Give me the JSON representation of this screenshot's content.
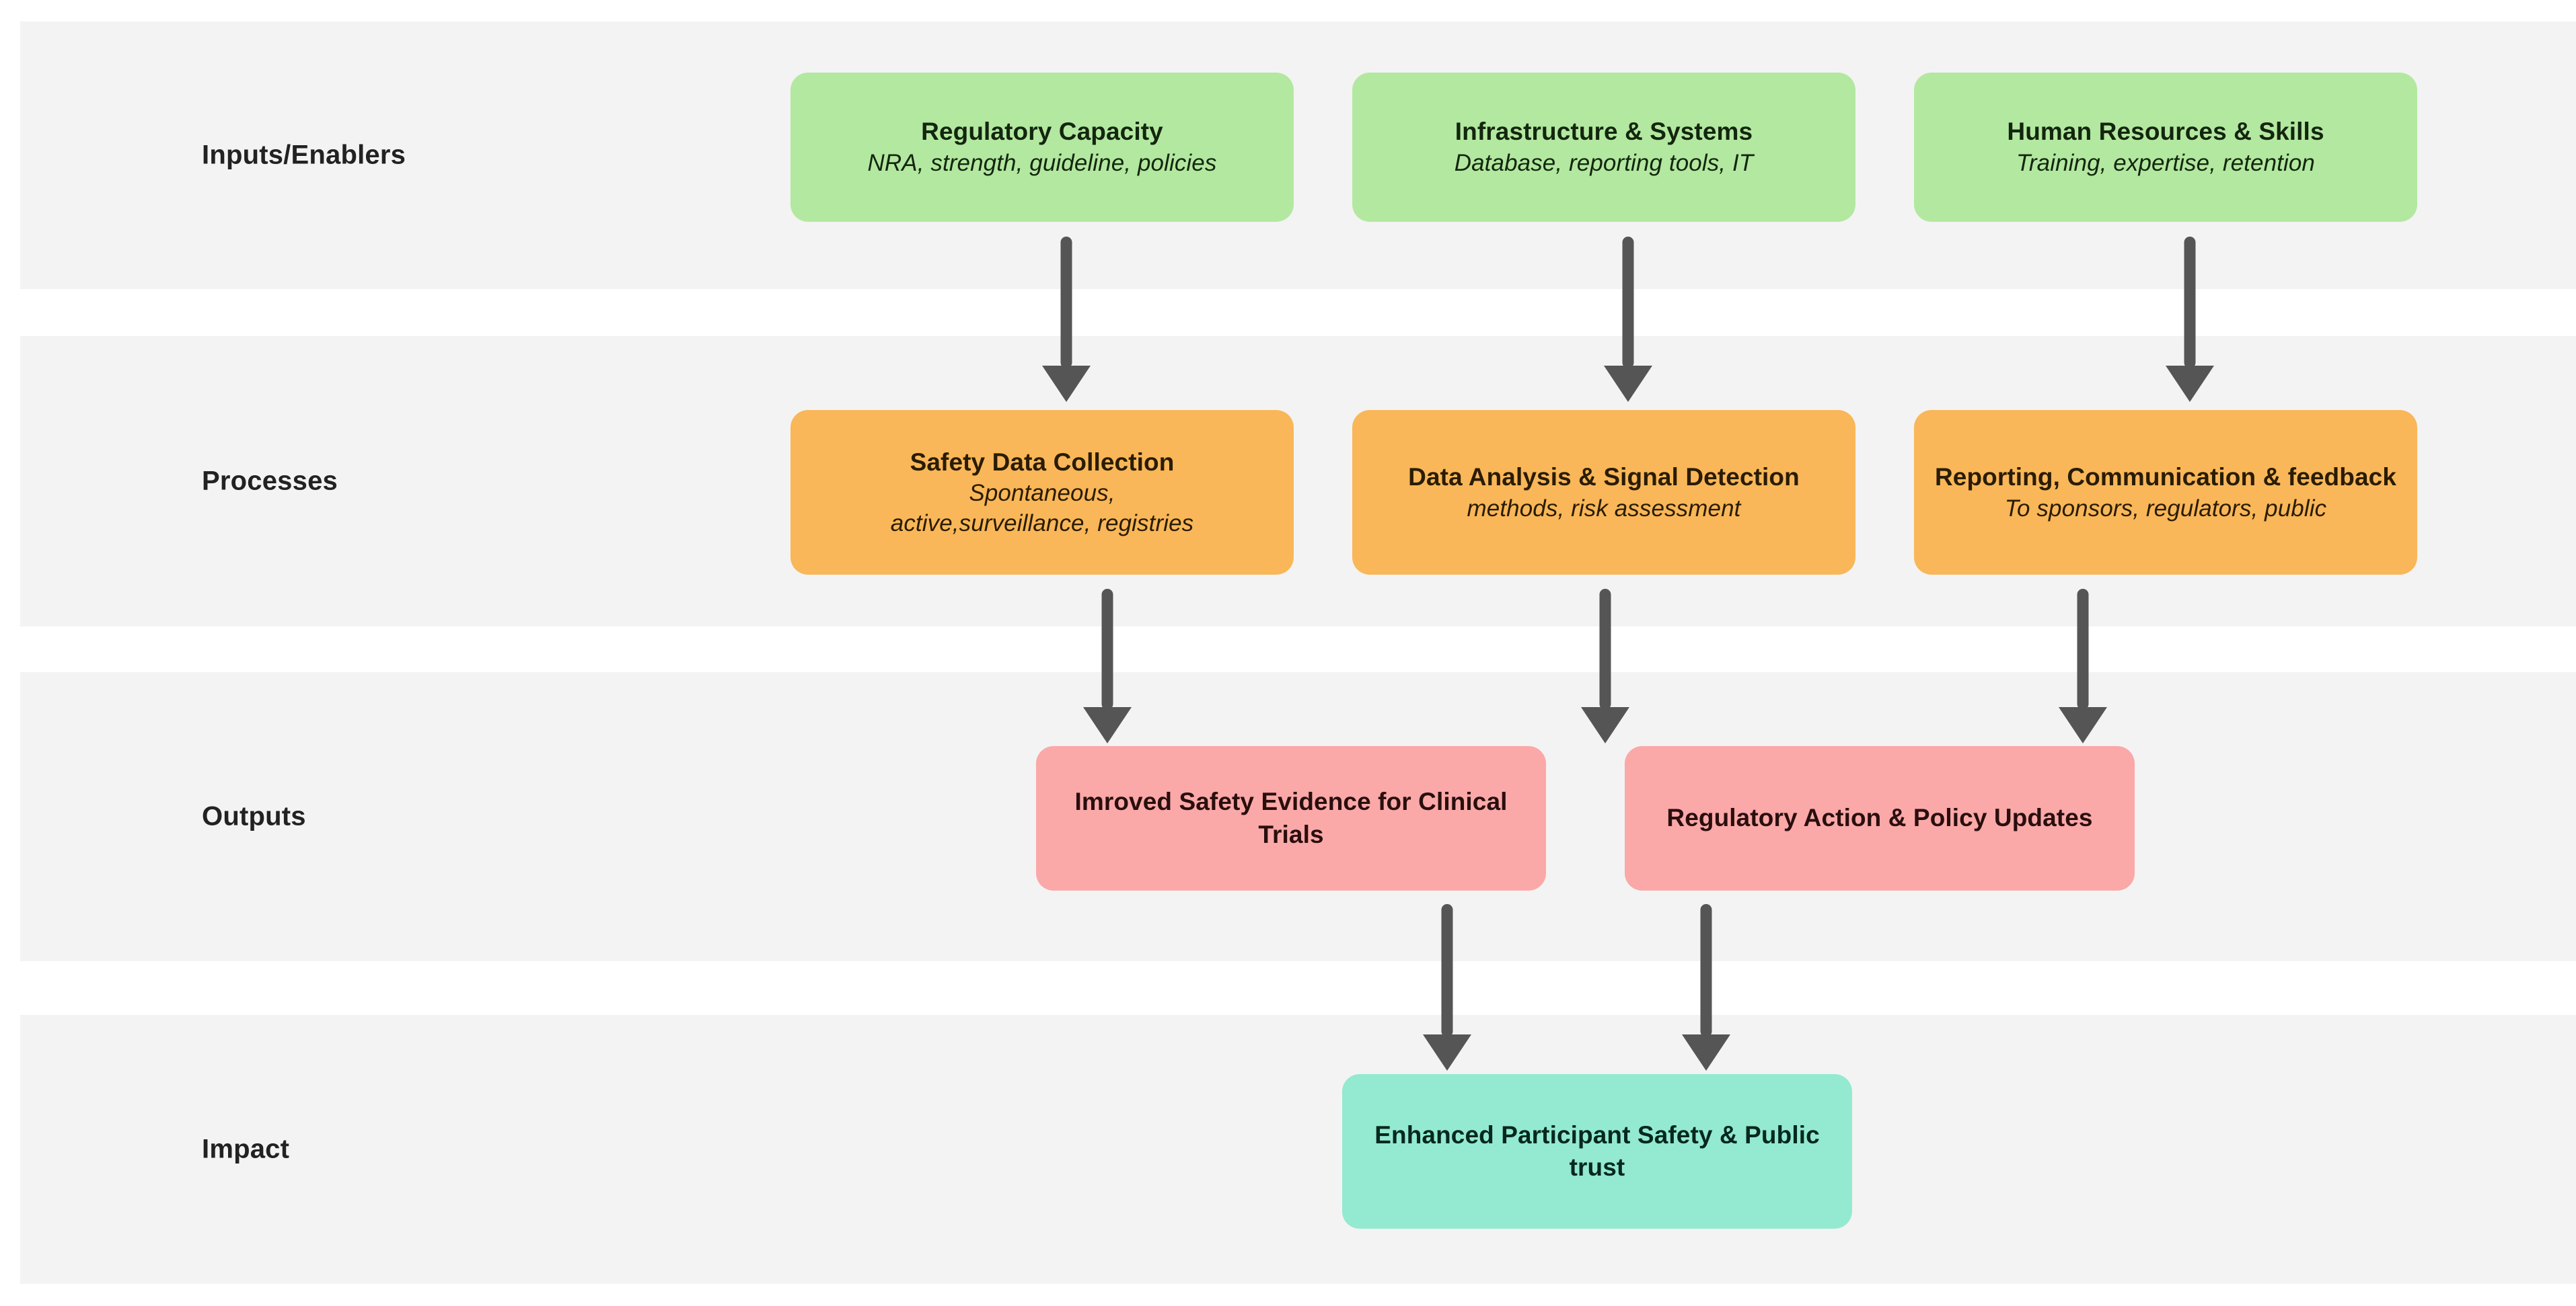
{
  "diagram": {
    "type": "swimlane-flowchart",
    "background_color": "#ffffff",
    "band_color": "#f3f3f3",
    "arrow_color": "#555555",
    "rows": [
      {
        "key": "inputs",
        "label": "Inputs/Enablers"
      },
      {
        "key": "processes",
        "label": "Processes"
      },
      {
        "key": "outputs",
        "label": "Outputs"
      },
      {
        "key": "impact",
        "label": "Impact"
      }
    ],
    "nodes": {
      "regulatory_capacity": {
        "title": "Regulatory Capacity",
        "subtitle": "NRA, strength, guideline, policies",
        "color": "#b3e8a0",
        "row": "inputs"
      },
      "infrastructure_systems": {
        "title": "Infrastructure & Systems",
        "subtitle": "Database, reporting tools, IT",
        "color": "#b3e8a0",
        "row": "inputs"
      },
      "human_resources_skills": {
        "title": "Human Resources & Skills",
        "subtitle": "Training, expertise, retention",
        "color": "#b3e8a0",
        "row": "inputs"
      },
      "safety_data_collection": {
        "title": "Safety Data Collection",
        "subtitle_line1": "Spontaneous,",
        "subtitle_line2": "active,surveillance, registries",
        "color": "#f9b759",
        "row": "processes"
      },
      "data_analysis_signal_detection": {
        "title": "Data Analysis & Signal Detection",
        "subtitle": "methods, risk assessment",
        "color": "#f9b759",
        "row": "processes"
      },
      "reporting_communication_feedback": {
        "title": "Reporting, Communication & feedback",
        "subtitle": "To sponsors, regulators, public",
        "color": "#f9b759",
        "row": "processes"
      },
      "improved_safety_evidence": {
        "title": "Imroved Safety Evidence for Clinical Trials",
        "color": "#fba8a8",
        "row": "outputs"
      },
      "regulatory_action_policy_updates": {
        "title": "Regulatory Action & Policy Updates",
        "color": "#fba8a8",
        "row": "outputs"
      },
      "enhanced_participant_safety": {
        "title": "Enhanced Participant Safety & Public trust",
        "color": "#93ead0",
        "row": "impact"
      }
    },
    "edges": [
      {
        "from": "regulatory_capacity",
        "to": "safety_data_collection"
      },
      {
        "from": "infrastructure_systems",
        "to": "data_analysis_signal_detection"
      },
      {
        "from": "human_resources_skills",
        "to": "reporting_communication_feedback"
      },
      {
        "from": "safety_data_collection",
        "to": "improved_safety_evidence"
      },
      {
        "from": "data_analysis_signal_detection",
        "to": "improved_safety_evidence"
      },
      {
        "from": "reporting_communication_feedback",
        "to": "regulatory_action_policy_updates"
      },
      {
        "from": "improved_safety_evidence",
        "to": "enhanced_participant_safety"
      },
      {
        "from": "regulatory_action_policy_updates",
        "to": "enhanced_participant_safety"
      }
    ]
  }
}
